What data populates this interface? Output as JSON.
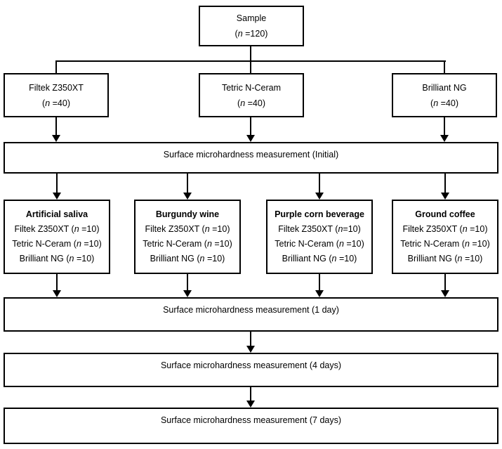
{
  "flowchart": {
    "sample": {
      "line1": "Sample",
      "line2": "(*n* =120)"
    },
    "materials": [
      {
        "line1": "Filtek Z350XT",
        "line2": "(*n* =40)"
      },
      {
        "line1": "Tetric N-Ceram",
        "line2": "(*n* =40)"
      },
      {
        "line1": "Brilliant NG",
        "line2": "(*n* =40)"
      }
    ],
    "measurement_initial": "Surface microhardness measurement (Initial)",
    "groups": [
      {
        "title": "Artificial saliva",
        "lines": [
          "Filtek Z350XT (*n* =10)",
          "Tetric N-Ceram (*n* =10)",
          "Brilliant NG (*n* =10)"
        ]
      },
      {
        "title": "Burgundy wine",
        "lines": [
          "Filtek Z350XT (*n* =10)",
          "Tetric N-Ceram (*n* =10)",
          "Brilliant NG (*n* =10)"
        ]
      },
      {
        "title": "Purple corn beverage",
        "lines": [
          "Filtek Z350XT (*n*=10)",
          "Tetric N-Ceram (*n* =10)",
          "Brilliant NG (*n* =10)"
        ]
      },
      {
        "title": "Ground coffee",
        "lines": [
          "Filtek Z350XT (*n* =10)",
          "Tetric N-Ceram (*n* =10)",
          "Brilliant NG (*n* =10)"
        ]
      }
    ],
    "measurement_1day": "Surface microhardness measurement (1 day)",
    "measurement_4days": "Surface microhardness measurement (4 days)",
    "measurement_7days": "Surface microhardness measurement (7 days)"
  },
  "colors": {
    "border": "#000000",
    "background": "#ffffff",
    "text": "#000000"
  }
}
